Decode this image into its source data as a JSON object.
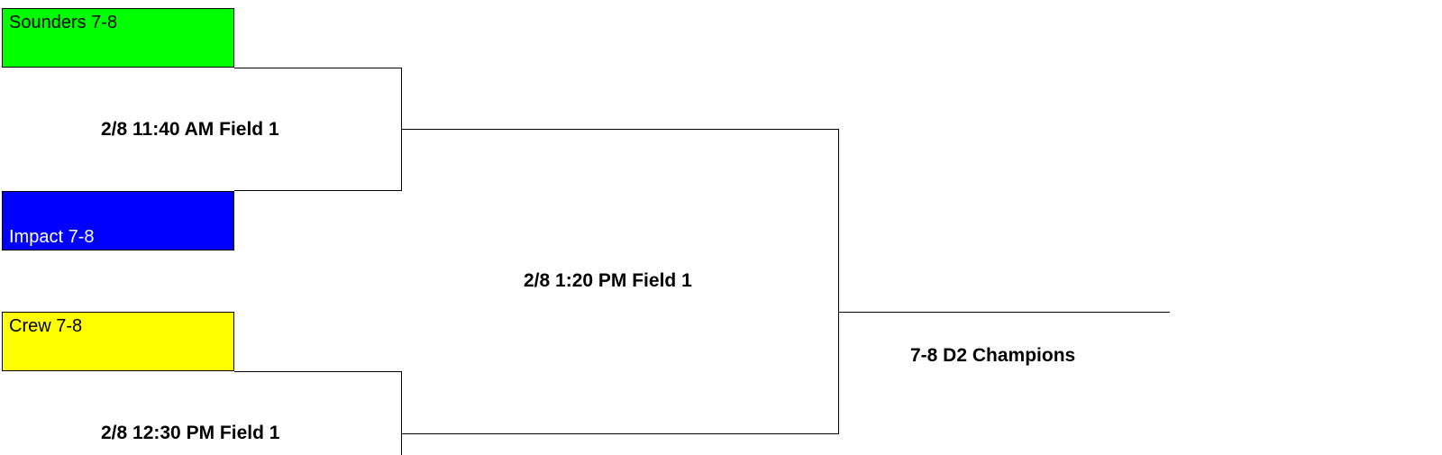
{
  "bracket": {
    "teams": [
      {
        "name": "Sounders 7-8",
        "color": "#00ff00",
        "text_color": "#000000"
      },
      {
        "name": "Impact 7-8",
        "color": "#0000ff",
        "text_color": "#ffffff"
      },
      {
        "name": "Crew 7-8",
        "color": "#ffff00",
        "text_color": "#000000"
      }
    ],
    "matches": {
      "round1_top": "2/8 11:40 AM Field 1",
      "round1_bottom": "2/8 12:30 PM Field 1",
      "semifinal": "2/8 1:20 PM Field 1",
      "champion": "7-8 D2 Champions"
    }
  }
}
